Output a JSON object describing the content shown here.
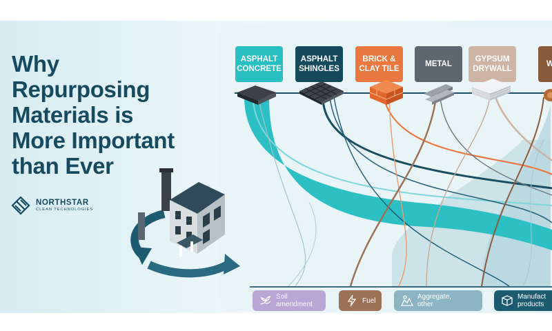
{
  "title": "Why\nRepurposing\nMaterials is\nMore Important\nthan Ever",
  "brand": {
    "name": "NORTHSTAR",
    "tagline": "CLEAN TECHNOLOGIES"
  },
  "materials": [
    {
      "label": "ASPHALT\nCONCRETE",
      "color": "#27bfc2",
      "icon": "asphalt-concrete-icon"
    },
    {
      "label": "ASPHALT\nSHINGLES",
      "color": "#154a5c",
      "icon": "asphalt-shingles-icon"
    },
    {
      "label": "BRICK &\nCLAY TILE",
      "color": "#e9773f",
      "icon": "brick-icon"
    },
    {
      "label": "METAL",
      "color": "#5e6670",
      "icon": "metal-beams-icon"
    },
    {
      "label": "GYPSUM\nDRYWALL",
      "color": "#cdb4a4",
      "icon": "drywall-icon"
    },
    {
      "label": "W",
      "color": "#8a5a3c",
      "icon": "wood-icon"
    }
  ],
  "outputs": [
    {
      "label": "Soil\namendment",
      "color": "#b9a6d4",
      "icon": "hand-plant-icon"
    },
    {
      "label": "Fuel",
      "color": "#9c7257",
      "icon": "lightning-icon"
    },
    {
      "label": "Aggregate,\nother",
      "color": "#8cb4c2",
      "icon": "rock-pile-icon"
    },
    {
      "label": "Manufact\nproducts",
      "color": "#1d5b71",
      "icon": "box-icon"
    }
  ]
}
